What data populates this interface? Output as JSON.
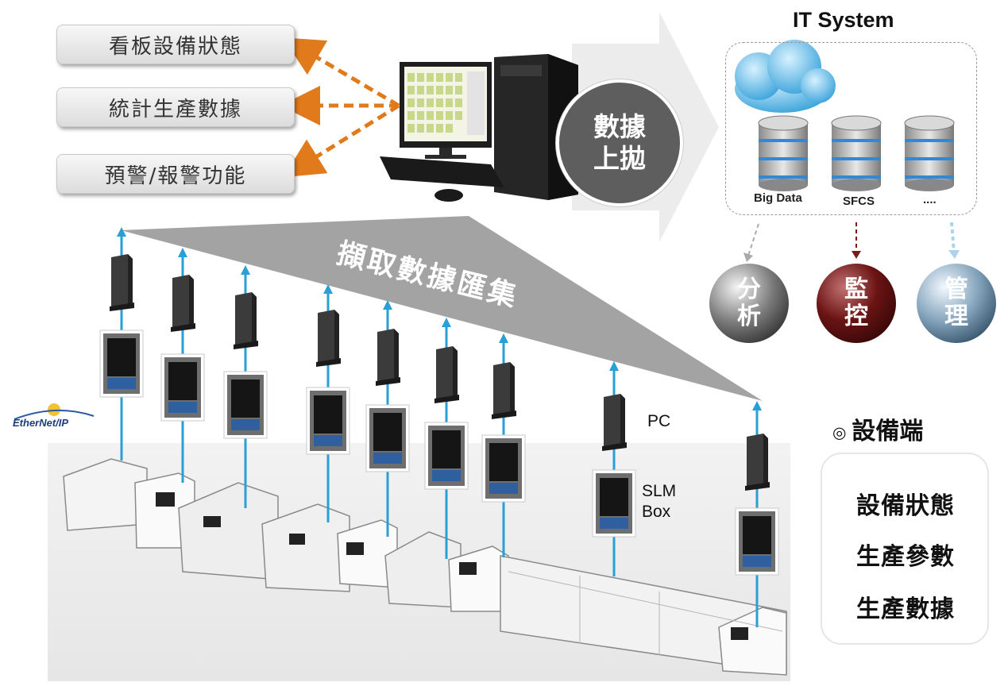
{
  "left_functions": [
    "看板設備狀態",
    "統計生產數據",
    "預警/報警功能"
  ],
  "upload_label": [
    "數據",
    "上拋"
  ],
  "collect_label": "擷取數據匯集",
  "it_system": {
    "title": "IT System",
    "databases": [
      "Big Data",
      "SFCS",
      "...."
    ]
  },
  "outcomes": [
    {
      "label": [
        "分",
        "析"
      ],
      "color": "#5a5a5a"
    },
    {
      "label": [
        "監",
        "控"
      ],
      "color": "#6b1414"
    },
    {
      "label": [
        "管",
        "理"
      ],
      "color": "#7fa0b8"
    }
  ],
  "labels": {
    "pc": "PC",
    "slm_box": [
      "SLM",
      "Box"
    ]
  },
  "equipment_side": {
    "heading": "設備端",
    "items": [
      "設備狀態",
      "生產參數",
      "生產數據"
    ]
  },
  "logo_text": "EtherNet/IP",
  "colors": {
    "arrow_orange": "#e07a1a",
    "link_blue": "#2a9fd6",
    "panel_gray": "#9b9b9b"
  }
}
